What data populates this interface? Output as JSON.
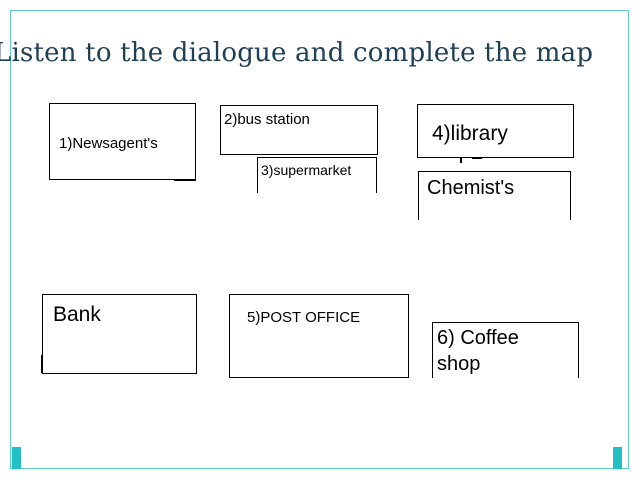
{
  "instruction": "Listen to the dialogue and complete the map",
  "places": {
    "newsagents": "1)Newsagent's",
    "bus_station": "2)bus station",
    "supermarket": "3)supermarket",
    "library": "4)library",
    "chemists": "Chemist's",
    "bank": "Bank",
    "post_office": "5)POST OFFICE",
    "coffee_shop_line1": "6) Coffee",
    "coffee_shop_line2": "shop"
  },
  "colors": {
    "frame": "#5fcdd0",
    "corner_marks": "#22bfc7",
    "title_text": "#1f3f55"
  }
}
